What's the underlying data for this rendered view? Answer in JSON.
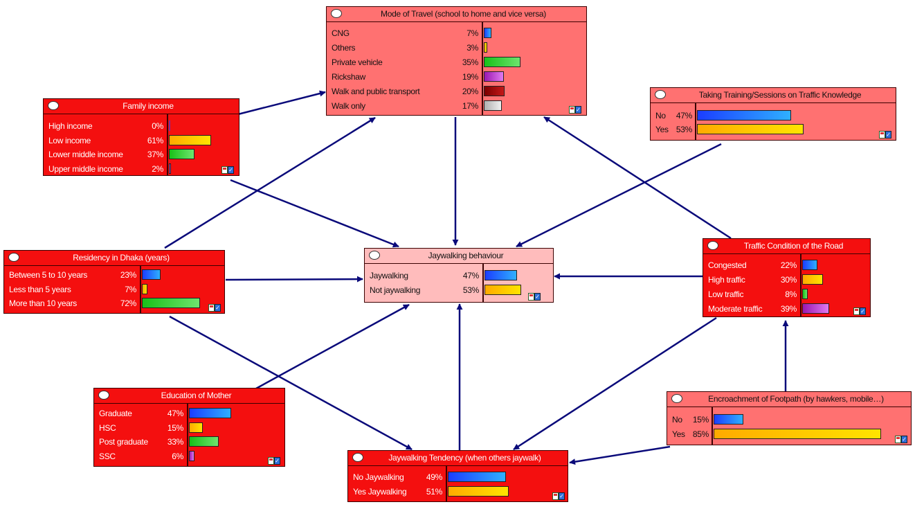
{
  "colors": {
    "edge": "#0a0a7a",
    "dark_node": "#f40f0f",
    "light_node": "#ff7171",
    "pale_node": "#ffbcbc",
    "bar_blue": [
      "#1b3dff",
      "#2fb0ff"
    ],
    "bar_orange": [
      "#ffaa00",
      "#ffe400"
    ],
    "bar_green": [
      "#18c018",
      "#6ee46e"
    ],
    "bar_purple": [
      "#9a18b0",
      "#e07af0"
    ],
    "bar_darkred": [
      "#7a0000",
      "#c41818"
    ],
    "bar_gray": [
      "#b0b0b0",
      "#f0f0f0"
    ]
  },
  "nodes": {
    "mode_of_travel": {
      "title": "Mode of Travel (school to home and vice versa)",
      "states": [
        {
          "label": "CNG",
          "pct": "7%",
          "value": 7,
          "color": "bar_blue"
        },
        {
          "label": "Others",
          "pct": "3%",
          "value": 3,
          "color": "bar_orange"
        },
        {
          "label": "Private vehicle",
          "pct": "35%",
          "value": 35,
          "color": "bar_green"
        },
        {
          "label": "Rickshaw",
          "pct": "19%",
          "value": 19,
          "color": "bar_purple"
        },
        {
          "label": "Walk and public transport",
          "pct": "20%",
          "value": 20,
          "color": "bar_darkred"
        },
        {
          "label": "Walk only",
          "pct": "17%",
          "value": 17,
          "color": "bar_gray"
        }
      ]
    },
    "family_income": {
      "title": "Family income",
      "states": [
        {
          "label": "High income",
          "pct": "0%",
          "value": 0,
          "color": "bar_blue"
        },
        {
          "label": "Low income",
          "pct": "61%",
          "value": 61,
          "color": "bar_orange"
        },
        {
          "label": "Lower middle income",
          "pct": "37%",
          "value": 37,
          "color": "bar_green"
        },
        {
          "label": "Upper middle income",
          "pct": "2%",
          "value": 2,
          "color": "bar_purple"
        }
      ]
    },
    "training": {
      "title": "Taking Training/Sessions on Traffic Knowledge",
      "states": [
        {
          "label": "No",
          "pct": "47%",
          "value": 47,
          "color": "bar_blue"
        },
        {
          "label": "Yes",
          "pct": "53%",
          "value": 53,
          "color": "bar_orange"
        }
      ]
    },
    "residency": {
      "title": "Residency in Dhaka (years)",
      "states": [
        {
          "label": "Between 5 to 10 years",
          "pct": "23%",
          "value": 23,
          "color": "bar_blue"
        },
        {
          "label": "Less than 5 years",
          "pct": "7%",
          "value": 7,
          "color": "bar_orange"
        },
        {
          "label": "More than 10 years",
          "pct": "72%",
          "value": 72,
          "color": "bar_green"
        }
      ]
    },
    "jaywalking": {
      "title": "Jaywalking behaviour",
      "states": [
        {
          "label": "Jaywalking",
          "pct": "47%",
          "value": 47,
          "color": "bar_blue"
        },
        {
          "label": "Not jaywalking",
          "pct": "53%",
          "value": 53,
          "color": "bar_orange"
        }
      ]
    },
    "traffic_condition": {
      "title": "Traffic Condition of the Road",
      "states": [
        {
          "label": "Congested",
          "pct": "22%",
          "value": 22,
          "color": "bar_blue"
        },
        {
          "label": "High traffic",
          "pct": "30%",
          "value": 30,
          "color": "bar_orange"
        },
        {
          "label": "Low traffic",
          "pct": "8%",
          "value": 8,
          "color": "bar_green"
        },
        {
          "label": "Moderate traffic",
          "pct": "39%",
          "value": 39,
          "color": "bar_purple"
        }
      ]
    },
    "mother_education": {
      "title": "Education of Mother",
      "states": [
        {
          "label": "Graduate",
          "pct": "47%",
          "value": 47,
          "color": "bar_blue"
        },
        {
          "label": "HSC",
          "pct": "15%",
          "value": 15,
          "color": "bar_orange"
        },
        {
          "label": "Post graduate",
          "pct": "33%",
          "value": 33,
          "color": "bar_green"
        },
        {
          "label": "SSC",
          "pct": "6%",
          "value": 6,
          "color": "bar_purple"
        }
      ]
    },
    "encroachment": {
      "title": "Encroachment of Footpath (by hawkers, mobile…)",
      "states": [
        {
          "label": "No",
          "pct": "15%",
          "value": 15,
          "color": "bar_blue"
        },
        {
          "label": "Yes",
          "pct": "85%",
          "value": 85,
          "color": "bar_orange"
        }
      ]
    },
    "tendency": {
      "title": "Jaywalking Tendency (when others jaywalk)",
      "states": [
        {
          "label": "No Jaywalking",
          "pct": "49%",
          "value": 49,
          "color": "bar_blue"
        },
        {
          "label": "Yes Jaywalking",
          "pct": "51%",
          "value": 51,
          "color": "bar_orange"
        }
      ]
    }
  },
  "edges": [
    {
      "from": "family_income",
      "to": "mode_of_travel"
    },
    {
      "from": "family_income",
      "to": "jaywalking"
    },
    {
      "from": "residency",
      "to": "mode_of_travel"
    },
    {
      "from": "residency",
      "to": "jaywalking"
    },
    {
      "from": "residency",
      "to": "tendency"
    },
    {
      "from": "mode_of_travel",
      "to": "jaywalking"
    },
    {
      "from": "training",
      "to": "jaywalking"
    },
    {
      "from": "traffic_condition",
      "to": "mode_of_travel"
    },
    {
      "from": "traffic_condition",
      "to": "jaywalking"
    },
    {
      "from": "traffic_condition",
      "to": "tendency"
    },
    {
      "from": "mother_education",
      "to": "jaywalking"
    },
    {
      "from": "tendency",
      "to": "jaywalking"
    },
    {
      "from": "encroachment",
      "to": "traffic_condition"
    },
    {
      "from": "encroachment",
      "to": "tendency"
    }
  ]
}
